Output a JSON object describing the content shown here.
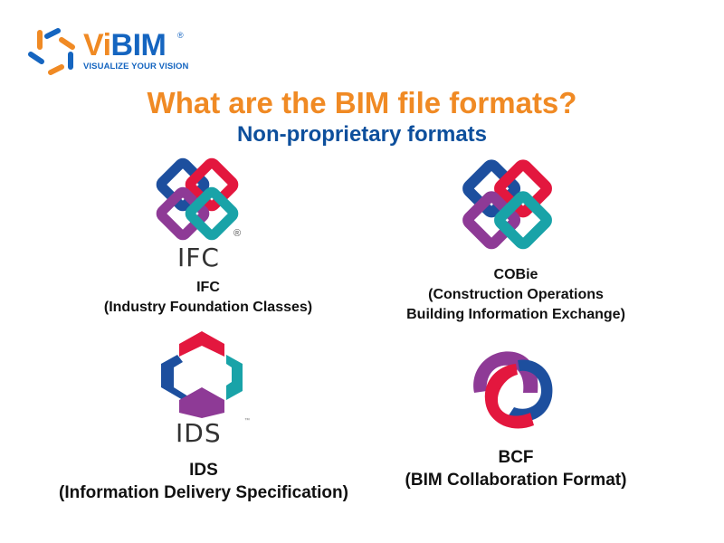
{
  "brand": {
    "name_part1": "Vi",
    "name_part2": "BIM",
    "registered": "®",
    "tagline": "VISUALIZE YOUR VISION",
    "colors": {
      "orange": "#f08a24",
      "blue": "#1565c0"
    }
  },
  "header": {
    "title": "What are the BIM file formats?",
    "subtitle": "Non-proprietary formats"
  },
  "formats": [
    {
      "icon": "ifc-logo-icon",
      "icon_caption": "IFC",
      "icon_mark": "®",
      "abbr": "IFC",
      "full_name": "(Industry Foundation Classes)"
    },
    {
      "icon": "cobie-logo-icon",
      "abbr": "COBie",
      "full_name_line1": "(Construction Operations",
      "full_name_line2": "Building Information Exchange)"
    },
    {
      "icon": "ids-logo-icon",
      "icon_caption": "IDS",
      "icon_mark": "™",
      "abbr": "IDS",
      "full_name": "(Information Delivery Specification)"
    },
    {
      "icon": "bcf-logo-icon",
      "abbr": "BCF",
      "full_name": "(BIM Collaboration Format)"
    }
  ],
  "palette": {
    "blue": "#1d4f9e",
    "red": "#e3173e",
    "purple": "#8e3a96",
    "teal": "#19a3a8"
  }
}
